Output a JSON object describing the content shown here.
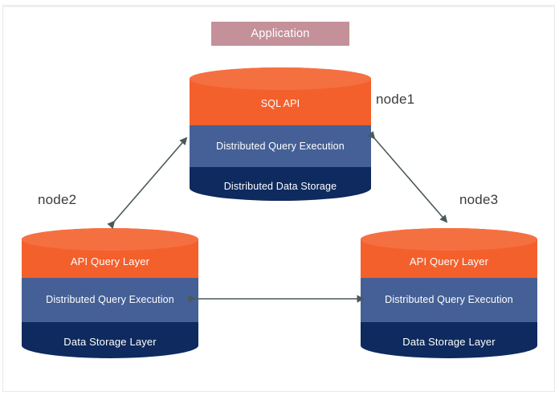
{
  "diagram": {
    "title_box": {
      "label": "Application",
      "color": "#c4919a",
      "text_color": "#ffffff"
    },
    "palette": {
      "top_band": "#f4602c",
      "middle_band": "#456096",
      "bottom_band": "#0e2a5e",
      "arrow": "#4a5a5a",
      "background": "#ffffff",
      "caption_text": "#3c3c3c"
    },
    "nodes": [
      {
        "id": "node1",
        "caption": "node1",
        "bands": [
          {
            "label": "SQL API",
            "color": "#f4602c"
          },
          {
            "label": "Distributed Query Execution",
            "color": "#456096"
          },
          {
            "label": "Distributed Data Storage",
            "color": "#0e2a5e"
          }
        ]
      },
      {
        "id": "node2",
        "caption": "node2",
        "bands": [
          {
            "label": "API Query Layer",
            "color": "#f4602c"
          },
          {
            "label": "Distributed Query Execution",
            "color": "#456096"
          },
          {
            "label": "Data Storage Layer",
            "color": "#0e2a5e"
          }
        ]
      },
      {
        "id": "node3",
        "caption": "node3",
        "bands": [
          {
            "label": "API Query Layer",
            "color": "#f4602c"
          },
          {
            "label": "Distributed Query Execution",
            "color": "#456096"
          },
          {
            "label": "Data Storage Layer",
            "color": "#0e2a5e"
          }
        ]
      }
    ],
    "connections": [
      {
        "from": "node1",
        "to": "node2",
        "style": "double-arrow"
      },
      {
        "from": "node1",
        "to": "node3",
        "style": "double-arrow"
      },
      {
        "from": "node2",
        "to": "node3",
        "style": "double-arrow"
      }
    ]
  }
}
